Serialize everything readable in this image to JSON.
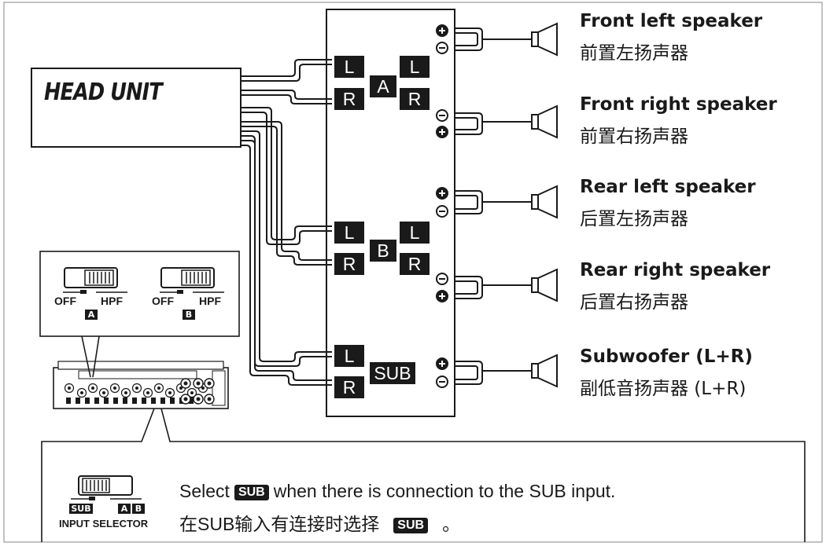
{
  "head_unit": {
    "label": "HEAD UNIT"
  },
  "channels": {
    "a": {
      "left": "L",
      "right": "R",
      "group": "A"
    },
    "b": {
      "left": "L",
      "right": "R",
      "group": "B"
    },
    "sub": {
      "left": "L",
      "right": "R",
      "group": "SUB"
    }
  },
  "terminals": {
    "plus": "+",
    "minus": "−"
  },
  "speakers": [
    {
      "en": "Front left speaker",
      "zh": "前置左扬声器"
    },
    {
      "en": "Front right speaker",
      "zh": "前置右扬声器"
    },
    {
      "en": "Rear left speaker",
      "zh": "后置左扬声器"
    },
    {
      "en": "Rear right speaker",
      "zh": "后置右扬声器"
    },
    {
      "en": "Subwoofer (L+R)",
      "zh": "副低音扬声器 (L+R)"
    }
  ],
  "filter_switches": {
    "a": {
      "off": "OFF",
      "hpf": "HPF",
      "badge": "A"
    },
    "b": {
      "off": "OFF",
      "hpf": "HPF",
      "badge": "B"
    }
  },
  "input_selector": {
    "label": "INPUT SELECTOR",
    "sub_badge": "SUB",
    "a_badge": "A",
    "b_badge": "B"
  },
  "note": {
    "en_before": "Select",
    "en_badge": "SUB",
    "en_after": "when there is connection to the SUB input.",
    "zh_before": "在SUB输入有连接时选择",
    "zh_badge": "SUB",
    "zh_after": "。"
  },
  "colors": {
    "ink": "#1a1a1a",
    "paper": "#ffffff",
    "frame": "#888888"
  }
}
